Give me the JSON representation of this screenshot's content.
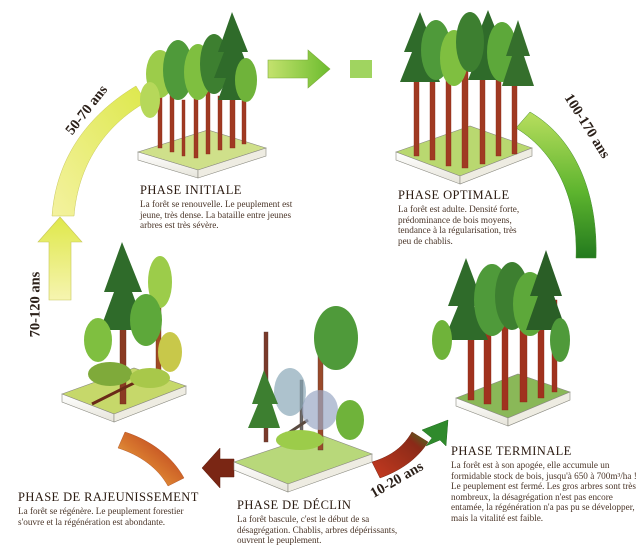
{
  "phases": {
    "initiale": {
      "title": "PHASE INITIALE",
      "description": "La forêt se renouvelle. Le peuplement est jeune, très dense. La bataille entre jeunes arbres est très sévère."
    },
    "optimale": {
      "title": "PHASE OPTIMALE",
      "description": "La forêt est adulte. Densité forte, prédominance de bois moyens, tendance à la régularisation, très peu de chablis."
    },
    "terminale": {
      "title": "PHASE TERMINALE",
      "description": "La forêt est à son apogée, elle accumule un formidable stock de bois, jusqu'à 650 à 700m³/ha ! Le peuplement est fermé. Les gros arbres sont très nombreux, la désagrégation n'est pas encore entamée, la régénération n'a pas pu se développer, mais la vitalité est faible."
    },
    "declin": {
      "title": "PHASE DE DÉCLIN",
      "description": "La forêt bascule, c'est le début de sa désagrégation. Chablis, arbres dépérissants, ouvrent le peuplement."
    },
    "rajeunissement": {
      "title": "PHASE DE RAJEUNISSEMENT",
      "description": "La forêt se régénère. Le peuplement forestier s'ouvre et la régénération est abondante."
    }
  },
  "durations": {
    "initiale_to_optimale": "50-70 ans",
    "optimale_to_terminale": "100-170 ans",
    "terminale_to_declin": "10-20 ans",
    "rajeunissement_to_initiale": "70-120 ans"
  },
  "colors": {
    "arrow_yellow_light": "#f4f29a",
    "arrow_yellow": "#e3ea4a",
    "arrow_green_light": "#a9d85a",
    "arrow_green": "#5bb52c",
    "arrow_green_dark": "#2a7d1e",
    "arrow_red": "#b8301c",
    "arrow_orange": "#e0a23a",
    "arrow_brown": "#7a2614",
    "foliage_dark": "#2f6b2a",
    "foliage_mid": "#4f9a3a",
    "foliage_light": "#9ccc4a",
    "trunk": "#a03a22",
    "ground": "#cfe08a",
    "soil_side": "#f4f2ea",
    "soil_edge": "#8a8a80"
  }
}
